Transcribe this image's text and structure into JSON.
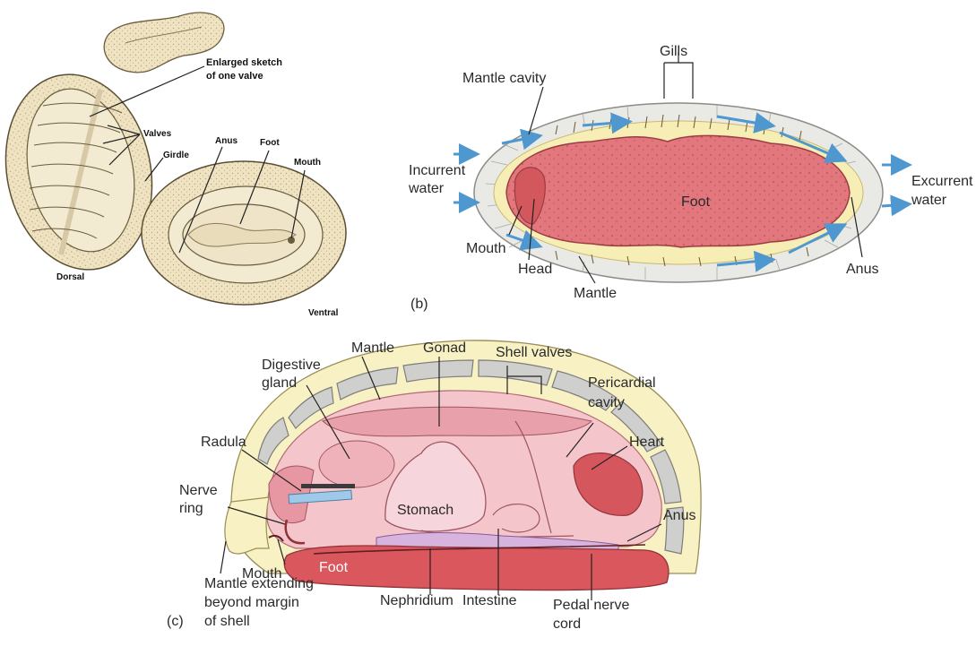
{
  "panel_a": {
    "enlarged_1": "Enlarged sketch",
    "enlarged_2": "of one valve",
    "valves": "Valves",
    "girdle": "Girdle",
    "anus": "Anus",
    "foot": "Foot",
    "mouth": "Mouth",
    "dorsal": "Dorsal",
    "ventral": "Ventral"
  },
  "panel_b": {
    "gills": "Gills",
    "mantle_cavity": "Mantle cavity",
    "incurrent_1": "Incurrent",
    "incurrent_2": "water",
    "excurrent_1": "Excurrent",
    "excurrent_2": "water",
    "foot": "Foot",
    "mouth": "Mouth",
    "head": "Head",
    "mantle": "Mantle",
    "anus": "Anus",
    "panel_label": "(b)"
  },
  "panel_c": {
    "digestive_1": "Digestive",
    "digestive_2": "gland",
    "mantle": "Mantle",
    "gonad": "Gonad",
    "shell_valves": "Shell valves",
    "pericardial_1": "Pericardial",
    "pericardial_2": "cavity",
    "heart": "Heart",
    "radula": "Radula",
    "nerve_1": "Nerve",
    "nerve_2": "ring",
    "stomach": "Stomach",
    "anus": "Anus",
    "mouth": "Mouth",
    "foot": "Foot",
    "mantle_ext_1": "Mantle extending",
    "mantle_ext_2": "beyond margin",
    "mantle_ext_3": "of shell",
    "nephridium": "Nephridium",
    "intestine": "Intestine",
    "pedal_1": "Pedal nerve",
    "pedal_2": "cord",
    "panel_label": "(c)"
  },
  "colors": {
    "shell_tan": "#efe4c4",
    "mantle_yellow": "#f7eeb4",
    "foot_red": "#d9575d",
    "pink": "#f2b8c0",
    "water_arrow": "#5fa8d8"
  }
}
